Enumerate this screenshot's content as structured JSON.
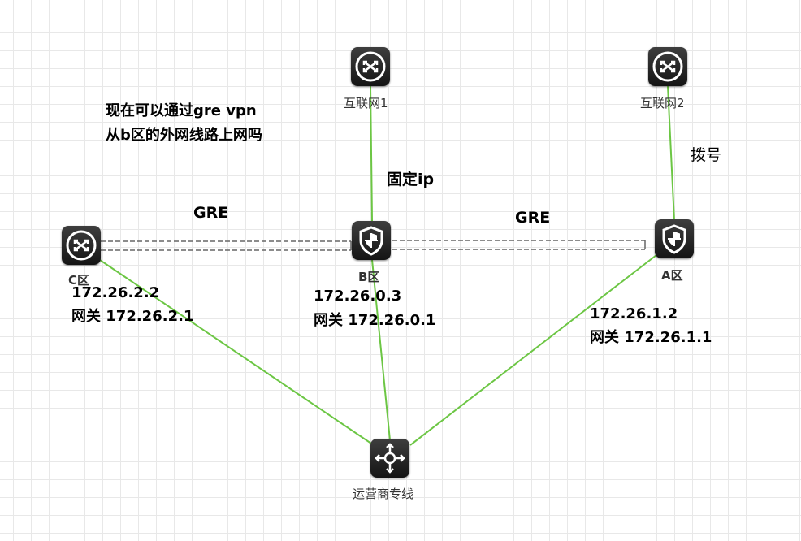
{
  "nodes": {
    "internet1": {
      "label": "互联网1",
      "icon": "switch-icon"
    },
    "internet2": {
      "label": "互联网2",
      "icon": "switch-icon"
    },
    "zone_c": {
      "label": "C区",
      "icon": "switch-icon"
    },
    "zone_b": {
      "label": "B区",
      "icon": "firewall-shield-icon"
    },
    "zone_a": {
      "label": "A区",
      "icon": "firewall-shield-icon"
    },
    "carrier": {
      "label": "运营商专线",
      "icon": "router-icon"
    }
  },
  "question": {
    "line1": "现在可以通过gre vpn",
    "line2": "从b区的外网线路上网吗"
  },
  "links": {
    "static_ip": "固定ip",
    "dialup": "拨号",
    "gre_left": "GRE",
    "gre_right": "GRE"
  },
  "addresses": {
    "zone_c": {
      "ip": "172.26.2.2",
      "gateway": "网关 172.26.2.1"
    },
    "zone_b": {
      "ip": "172.26.0.3",
      "gateway": "网关 172.26.0.1"
    },
    "zone_a": {
      "ip": "172.26.1.2",
      "gateway": "网关 172.26.1.1"
    }
  },
  "colors": {
    "link_green": "#6cc644",
    "tunnel_dash": "#666666",
    "icon_bg": "#222222"
  }
}
